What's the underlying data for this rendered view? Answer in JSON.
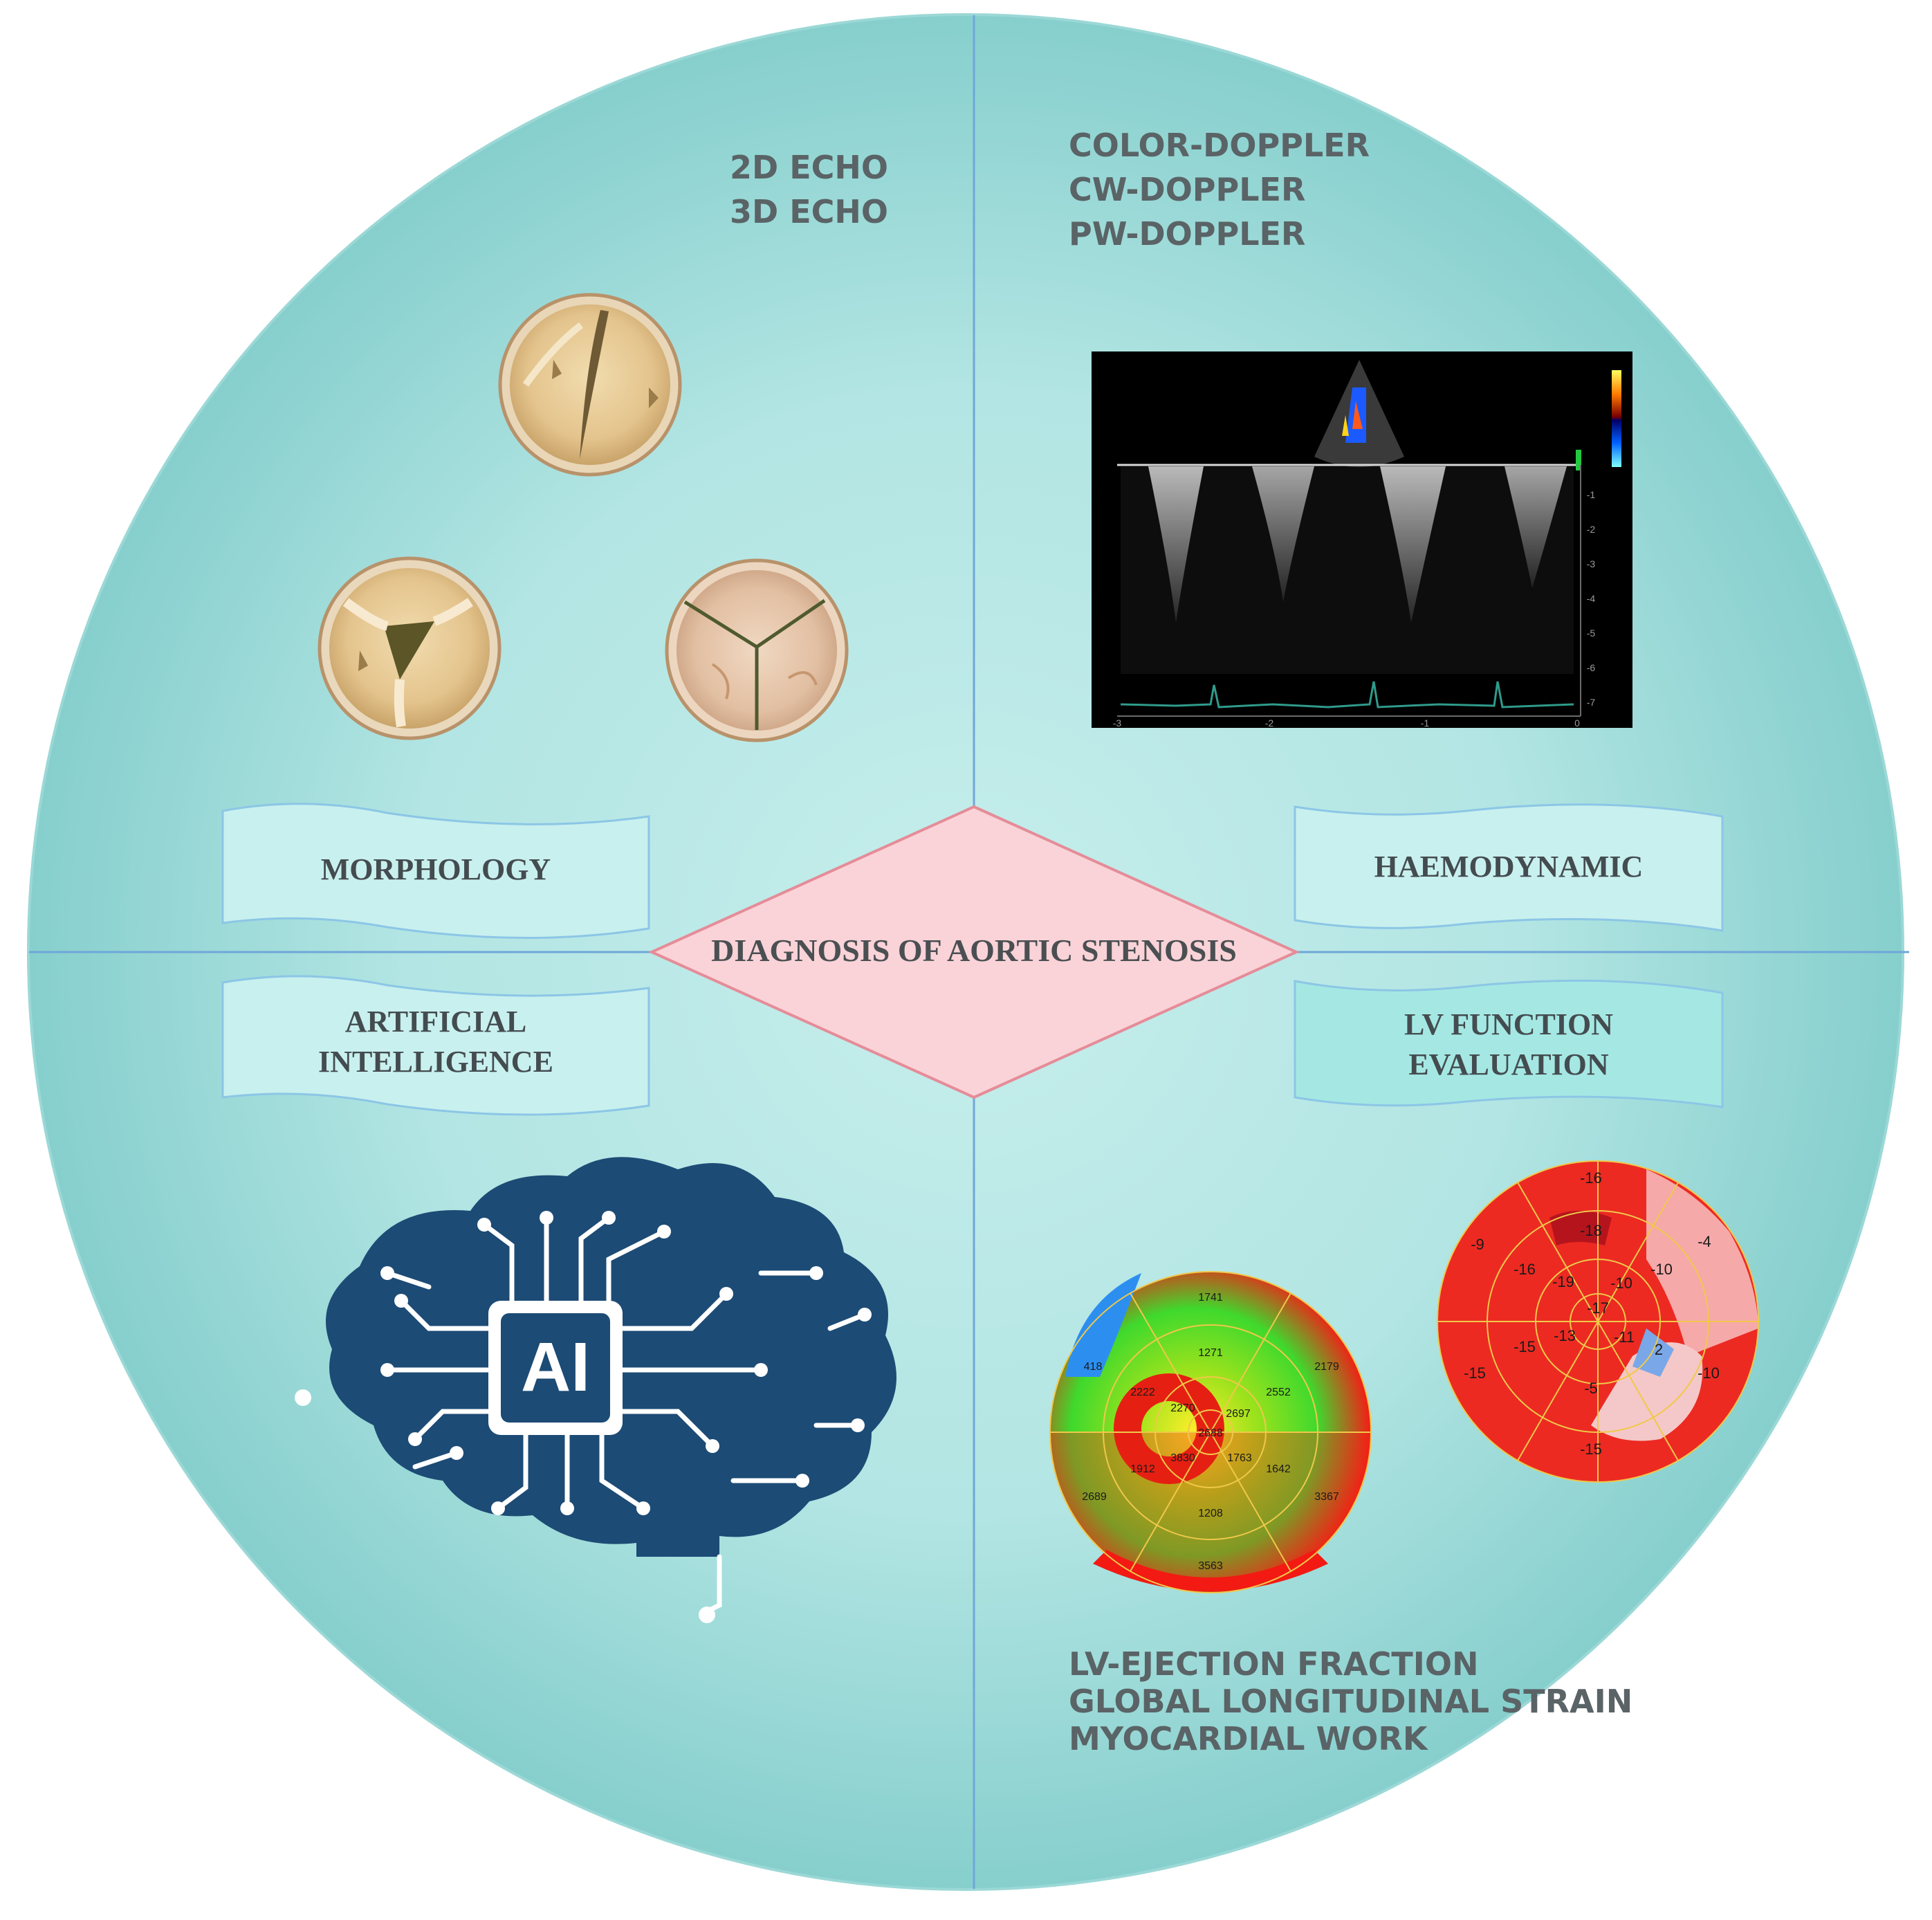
{
  "title": "DIAGNOSIS OF AORTIC STENOSIS",
  "quadrants": {
    "morphology": {
      "label": "MORPHOLOGY",
      "techniques": [
        "2D ECHO",
        "3D ECHO"
      ]
    },
    "haemodynamic": {
      "label": "HAEMODYNAMIC",
      "techniques": [
        "COLOR-DOPPLER",
        "CW-DOPPLER",
        "PW-DOPPLER"
      ],
      "doppler_axis": [
        "-1",
        "-2",
        "-3",
        "-4",
        "-5",
        "-6",
        "-7"
      ],
      "doppler_time": [
        "-3",
        "-2",
        "-1",
        "0"
      ]
    },
    "ai": {
      "label_line1": "ARTIFICIAL",
      "label_line2": "INTELLIGENCE",
      "icon_text": "AI"
    },
    "lv_function": {
      "label_line1": "LV FUNCTION",
      "label_line2": "EVALUATION",
      "parameters": [
        "LV-EJECTION FRACTION",
        "GLOBAL LONGITUDINAL STRAIN",
        "MYOCARDIAL WORK"
      ],
      "myocardial_work_values": [
        "1741",
        "418",
        "2179",
        "1271",
        "2222",
        "2552",
        "2270",
        "2697",
        "2688",
        "3830",
        "1763",
        "1912",
        "1642",
        "2689",
        "3367",
        "1208",
        "3563"
      ],
      "strain_values": [
        "-16",
        "-9",
        "-18",
        "-4",
        "-16",
        "-10",
        "-19",
        "-10",
        "-17",
        "-15",
        "-13",
        "-11",
        "2",
        "-15",
        "-10",
        "-5",
        "-15"
      ]
    }
  },
  "colors": {
    "circle_outer": "#8ed3d2",
    "circle_inner": "#c3ecea",
    "divider": "#6fa7d8",
    "diamond_fill": "#f9d3d8",
    "diamond_stroke": "#e58c98",
    "ribbon_fill": "#c8f0ee",
    "ribbon_fill_dark": "#a5e8e3",
    "ribbon_stroke": "#8cc6e6",
    "brain": "#1c4b75"
  }
}
